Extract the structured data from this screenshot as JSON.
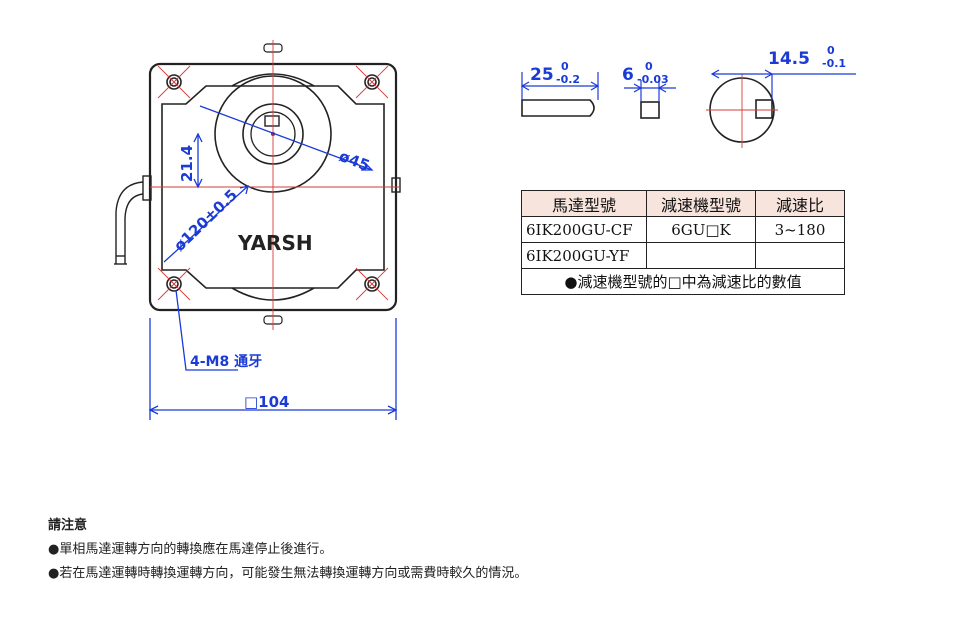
{
  "drawing": {
    "brand": "YARSH",
    "dim_diameter": "ø120±0.5",
    "dim_shaft_circle": "ø45",
    "dim_height": "21.4",
    "dim_thread": "4-M8 通牙",
    "dim_width": "□104",
    "shaft_len": {
      "base": "25",
      "upper": "0",
      "lower": "-0.2"
    },
    "key_width": {
      "base": "6",
      "upper": "0",
      "lower": "-0.03"
    },
    "key_depth": {
      "base": "14.5",
      "upper": "0",
      "lower": "-0.1"
    }
  },
  "table": {
    "header": [
      "馬達型號",
      "減速機型號",
      "減速比"
    ],
    "rows": [
      [
        "6IK200GU-CF",
        "6GU□K",
        "3~180"
      ],
      [
        "6IK200GU-YF",
        "",
        ""
      ]
    ],
    "footnote": "●減速機型號的□中為減速比的數值"
  },
  "notes": {
    "title": "請注意",
    "lines": [
      "●單相馬達運轉方向的轉換應在馬達停止後進行。",
      "●若在馬達運轉時轉換運轉方向，可能發生無法轉換運轉方向或需費時較久的情況。"
    ]
  }
}
